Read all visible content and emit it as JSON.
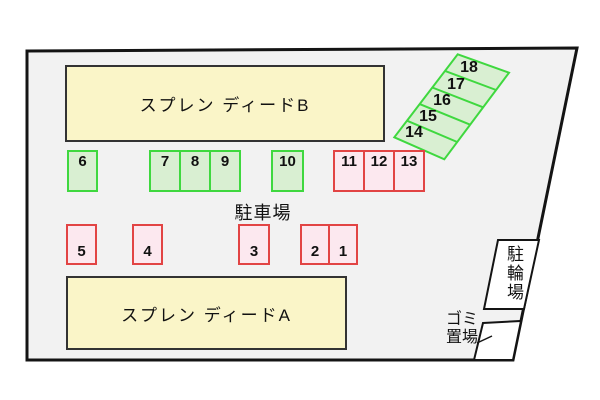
{
  "labels": {
    "parking_area": "駐車場",
    "bicycle_parking": "駐輪場",
    "garbage_area": "ゴミ\n置場"
  },
  "buildings": {
    "building_b": {
      "name": "スプレン ディードB"
    },
    "building_a": {
      "name": "スプレン ディードA"
    }
  },
  "spaces": {
    "s1": "1",
    "s2": "2",
    "s3": "3",
    "s4": "4",
    "s5": "5",
    "s6": "6",
    "s7": "7",
    "s8": "8",
    "s9": "9",
    "s10": "10",
    "s11": "11",
    "s12": "12",
    "s13": "13",
    "s14": "14",
    "s15": "15",
    "s16": "16",
    "s17": "17",
    "s18": "18"
  },
  "colors": {
    "lot_fill": "#f2f2f2",
    "outline": "#141414",
    "green_space_fill": "#d9efd2",
    "green_space_border": "#3fd83f",
    "pink_space_fill": "#fce8ef",
    "pink_space_border": "#e24444",
    "building_fill": "#faf5c8",
    "building_border": "#333333"
  }
}
